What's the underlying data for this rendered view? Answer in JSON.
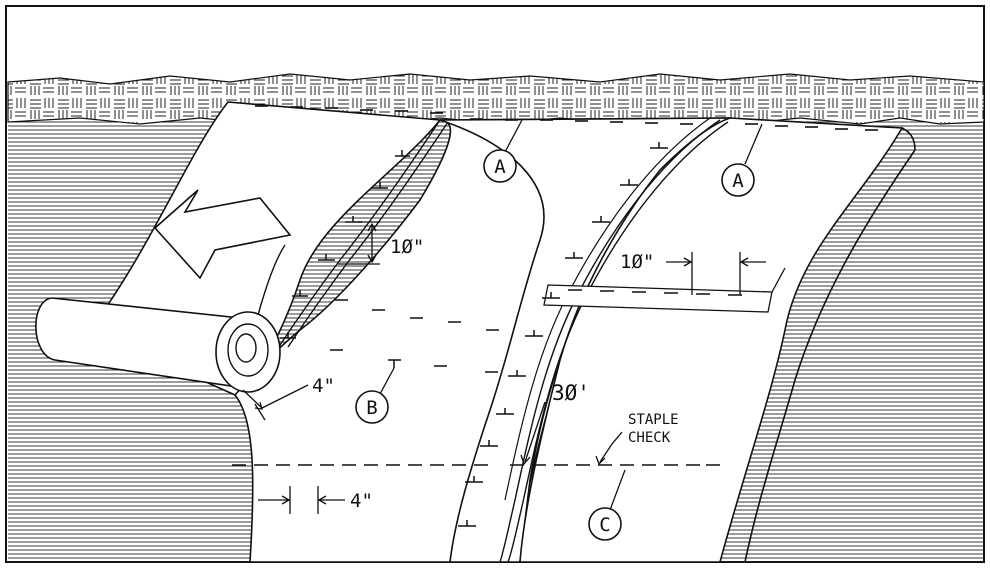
{
  "callouts": {
    "a_left": "A",
    "a_right": "A",
    "b": "B",
    "c": "C"
  },
  "dimensions": {
    "overlap_vertical": "1Ø\"",
    "overlap_horizontal": "1Ø\"",
    "edge_left": "4\"",
    "staple_spacing": "4\"",
    "length": "3Ø'"
  },
  "notes": {
    "staple_check_line1": "STAPLE",
    "staple_check_line2": "CHECK"
  },
  "colors": {
    "ink": "#111111",
    "paper": "#ffffff"
  }
}
